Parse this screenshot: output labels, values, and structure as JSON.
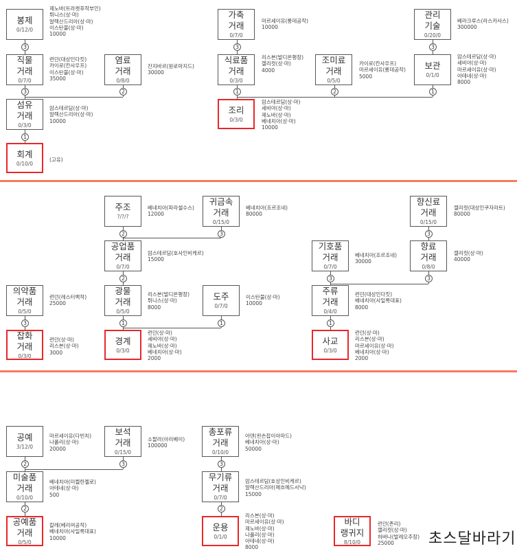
{
  "nodes": {
    "bongje": {
      "title": [
        "봉제"
      ],
      "stats": "0/12/0",
      "info": [
        "제노바(트라켓후작부인)",
        "튀니스(상·마)",
        "알렉산드리아(상·마)",
        "이스탄불(상·마)",
        "10000"
      ],
      "highlighted": false
    },
    "jikmul": {
      "title": [
        "직물",
        "거래"
      ],
      "stats": "0/7/0",
      "info": [
        "런던(대상인다킷)",
        "카이로(칸사우프)",
        "이스탄불(상·마)",
        "35000"
      ],
      "highlighted": false
    },
    "yeomryo": {
      "title": [
        "염료",
        "거래"
      ],
      "stats": "0/8/0",
      "info": [
        "잔지바르(원로마지드)",
        "30000"
      ],
      "highlighted": false
    },
    "seomyu": {
      "title": [
        "섬유",
        "거래"
      ],
      "stats": "0/3/0",
      "info": [
        "암스테르담(상·마)",
        "알렉산드리아(상·마)",
        "10000"
      ],
      "highlighted": false
    },
    "hoegye": {
      "title": [
        "회계"
      ],
      "stats": "0/10/0",
      "info": [
        "(고유)"
      ],
      "highlighted": true
    },
    "gachuk": {
      "title": [
        "가축",
        "거래"
      ],
      "stats": "0/7/0",
      "info": [
        "마르세이유(롱데공작)",
        "10000"
      ],
      "highlighted": false
    },
    "sikryo": {
      "title": [
        "식료품",
        "거래"
      ],
      "stats": "0/3/0",
      "info": [
        "리스본(발디온평장)",
        "캘리컷(상·마)",
        "4000"
      ],
      "highlighted": false
    },
    "jomiryo": {
      "title": [
        "조미료",
        "거래"
      ],
      "stats": "0/5/0",
      "info": [
        "카이로(칸사우프)",
        "마르세이유(롱데공작)",
        "5000"
      ],
      "highlighted": false
    },
    "gwalli": {
      "title": [
        "관리",
        "기술"
      ],
      "stats": "0/20/0",
      "info": [
        "베라크루스(라스카사스)",
        "300000"
      ],
      "highlighted": false
    },
    "bogwan": {
      "title": [
        "보관"
      ],
      "stats": "0/1/0",
      "info": [
        "암스테르담(상·마)",
        "세비야(상·마)",
        "마르세이유(상·마)",
        "아테네(상·마)",
        "8000"
      ],
      "highlighted": false
    },
    "jori": {
      "title": [
        "조리"
      ],
      "stats": "0/3/0",
      "info": [
        "암스테르담(상·마)",
        "세비야(상·마)",
        "제노바(상·마)",
        "베네치아(상·마)",
        "10000"
      ],
      "highlighted": true
    },
    "jujo": {
      "title": [
        "주조"
      ],
      "stats": "?/?/?",
      "info": [
        "베네치아(파라셀수스)",
        "12000"
      ],
      "highlighted": false
    },
    "gwigeum": {
      "title": [
        "귀금속",
        "거래"
      ],
      "stats": "0/15/0",
      "info": [
        "베네치아(조르조네)",
        "80000"
      ],
      "highlighted": false
    },
    "gongeop": {
      "title": [
        "공업품",
        "거래"
      ],
      "stats": "0/7/0",
      "info": [
        "암스테르담(호사인비케르)",
        "15000"
      ],
      "highlighted": false
    },
    "uiyak": {
      "title": [
        "의약품",
        "거래"
      ],
      "stats": "0/5/0",
      "info": [
        "런던(레스터백작)",
        "25000"
      ],
      "highlighted": false
    },
    "gwangmul": {
      "title": [
        "광물",
        "거래"
      ],
      "stats": "0/5/0",
      "info": [
        "리스본(발디온평장)",
        "튀니스(상·마)",
        "8000"
      ],
      "highlighted": false
    },
    "doju": {
      "title": [
        "도주"
      ],
      "stats": "0/7/0",
      "info": [
        "이스탄불(상·마)",
        "10000"
      ],
      "highlighted": false
    },
    "jabhwa": {
      "title": [
        "잡화",
        "거래"
      ],
      "stats": "0/3/0",
      "info": [
        "런던(상·마)",
        "리스본(상·마)",
        "3000"
      ],
      "highlighted": true
    },
    "gyeonggye": {
      "title": [
        "경계"
      ],
      "stats": "0/3/0",
      "info": [
        "런던(상·마)",
        "세비야(상·마)",
        "제노바(상·마)",
        "베네치아(상·마)",
        "2000"
      ],
      "highlighted": true
    },
    "hyangsin": {
      "title": [
        "향신료",
        "거래"
      ],
      "stats": "0/15/0",
      "info": [
        "캘리컷(대상인쿠자라트)",
        "80000"
      ],
      "highlighted": false
    },
    "giho": {
      "title": [
        "기호품",
        "거래"
      ],
      "stats": "0/7/0",
      "info": [
        "베네치아(조르조네)",
        "30000"
      ],
      "highlighted": false
    },
    "hyangryo": {
      "title": [
        "향료",
        "거래"
      ],
      "stats": "0/8/0",
      "info": [
        "캘리컷(상·마)",
        "40000"
      ],
      "highlighted": false
    },
    "juryu": {
      "title": [
        "주류",
        "거래"
      ],
      "stats": "0/4/0",
      "info": [
        "런던(대상인다킷)",
        "베네치아(사일록대표)",
        "8000"
      ],
      "highlighted": false
    },
    "sagyo": {
      "title": [
        "사교"
      ],
      "stats": "0/3/0",
      "info": [
        "런던(상·마)",
        "리스본(상·마)",
        "마르세이유(상·마)",
        "베네치아(상·마)",
        "2000"
      ],
      "highlighted": true
    },
    "gongye": {
      "title": [
        "공예"
      ],
      "stats": "3/12/0",
      "info": [
        "마르세이유(다빈치)",
        "나폴리(상·마)",
        "20000"
      ],
      "highlighted": false
    },
    "boseok": {
      "title": [
        "보석",
        "거래"
      ],
      "stats": "0/15/0",
      "info": [
        "소팔라(아리베이)",
        "100000"
      ],
      "highlighted": false
    },
    "misul": {
      "title": [
        "미술품",
        "거래"
      ],
      "stats": "0/10/0",
      "info": [
        "베네치아(미켈란젤로)",
        "아테네(상·마)",
        "500"
      ],
      "highlighted": false
    },
    "gongyepum": {
      "title": [
        "공예품",
        "거래"
      ],
      "stats": "0/5/0",
      "info": [
        "칼레(베리여공작)",
        "베네치아(사일록대표)",
        "10000"
      ],
      "highlighted": true
    },
    "chongpo": {
      "title": [
        "총포류",
        "거래"
      ],
      "stats": "0/10/0",
      "info": [
        "아덴(왼손잡이아마드)",
        "베네치아(상·마)",
        "50000"
      ],
      "highlighted": false
    },
    "mugi": {
      "title": [
        "무기류",
        "거래"
      ],
      "stats": "0/7/0",
      "info": [
        "암스테르담(호상인비케르)",
        "알렉산드리아(메흐메드사낙)",
        "15000"
      ],
      "highlighted": false
    },
    "unyong": {
      "title": [
        "운용"
      ],
      "stats": "0/1/0",
      "info": [
        "리스본(상·마)",
        "마르세이유(상·마)",
        "제노바(상·마)",
        "나폴리(상·마)",
        "아테네(상·마)",
        "8000"
      ],
      "highlighted": true
    },
    "bodylang": {
      "title": [
        "바디",
        "랭귀지"
      ],
      "stats": "8/10/0",
      "info": [
        "런던(존리)",
        "캘리컷(상·마)",
        "하바나(발레오추장)",
        "25000"
      ],
      "highlighted": true
    }
  },
  "badges": [
    3,
    3,
    2,
    1,
    3,
    1,
    2,
    3,
    1,
    2,
    3,
    2,
    3,
    1,
    1,
    3,
    3,
    3,
    1,
    2,
    3,
    2,
    3,
    2
  ],
  "watermark": "초스달바라기",
  "colors": {
    "highlight": "#e8262a",
    "divider": "#f77a5a"
  }
}
